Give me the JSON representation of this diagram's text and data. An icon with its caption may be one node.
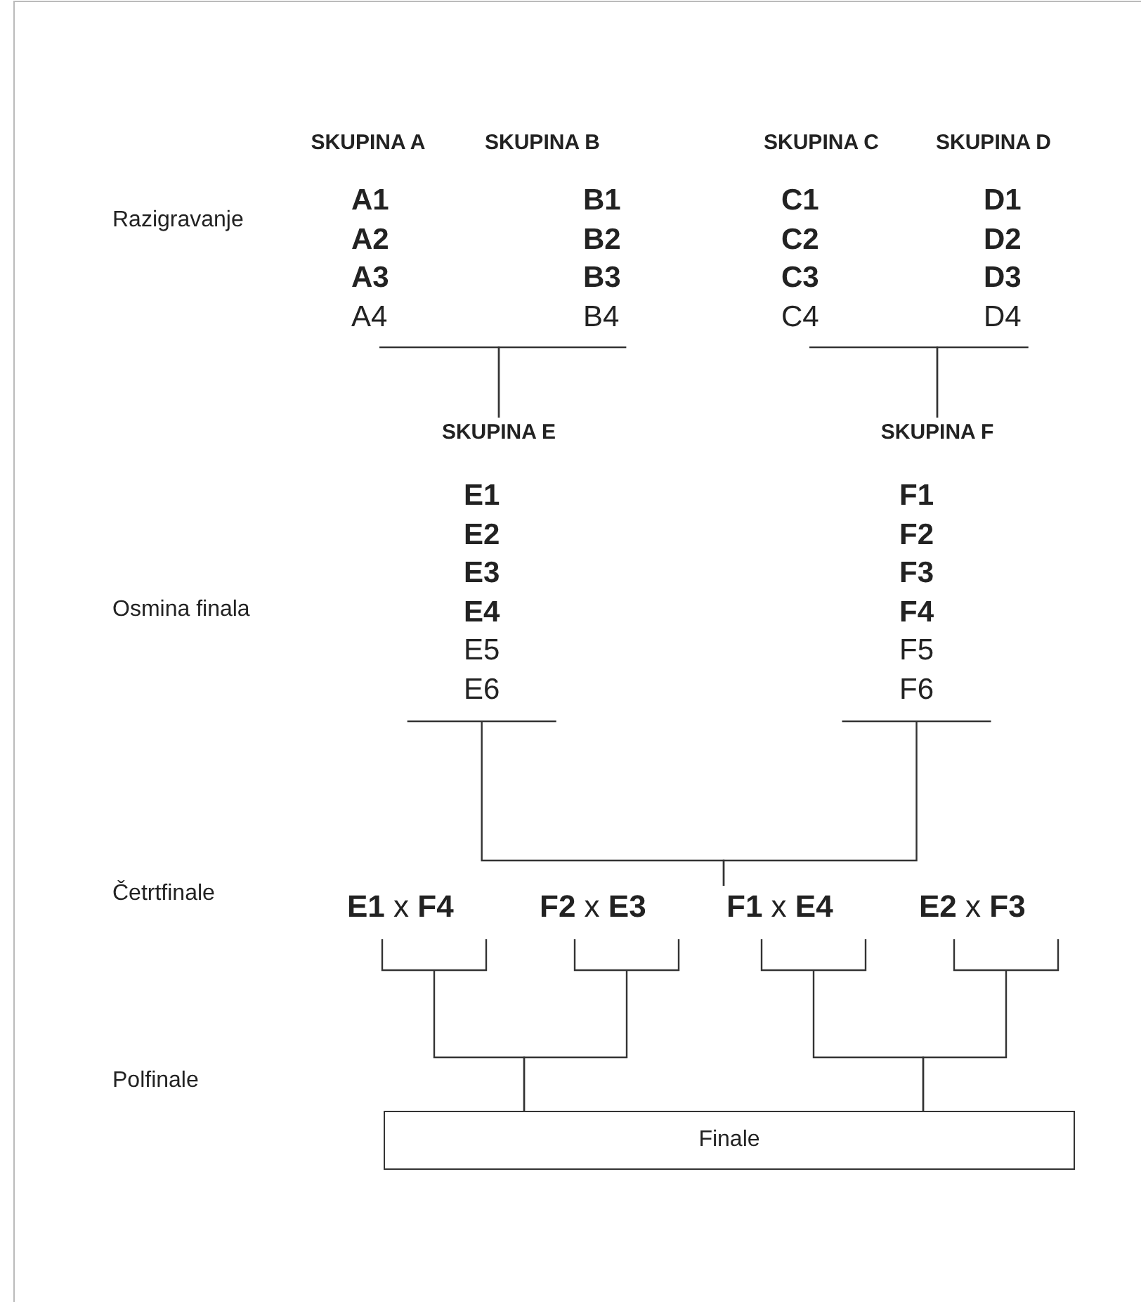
{
  "diagram": {
    "nodes": [
      {
        "text": [
          "SKUPINA A",
          "A1",
          "A2",
          "A3",
          "A4"
        ]
      },
      {
        "text": [
          "SKUPINA B",
          "B1",
          "B2",
          "B3",
          "B4"
        ]
      },
      {
        "text": [
          "SKUPINA C",
          "C1",
          "C2",
          "C3",
          "C4"
        ]
      },
      {
        "text": [
          "SKUPINA D",
          "D1",
          "D2",
          "D3",
          "D4"
        ]
      },
      {
        "text": [
          "SKUPINA E",
          "E1",
          "E2",
          "E3",
          "E4",
          "E5",
          "E6"
        ]
      },
      {
        "text": [
          "SKUPINA F",
          "F1",
          "F2",
          "F3",
          "F4",
          "F5",
          "F6"
        ]
      },
      {
        "text": [
          "**E1** x **F4**"
        ]
      },
      {
        "text": [
          "**F2** x **E3**"
        ]
      },
      {
        "text": [
          "**F1** x **E4**"
        ]
      },
      {
        "text": [
          "**E2** x **F3**"
        ]
      },
      {
        "text": [
          "Finale"
        ]
      }
    ],
    "edges": [
      {
        "from": 0,
        "to": 4,
        "arrow": "none"
      },
      {
        "from": 1,
        "to": 4,
        "arrow": "none"
      },
      {
        "from": 2,
        "to": 5,
        "arrow": "none"
      },
      {
        "from": 3,
        "to": 5,
        "arrow": "none"
      },
      {
        "from": 4,
        "to": 8,
        "arrow": "none"
      },
      {
        "from": 5,
        "to": 8,
        "arrow": "none"
      },
      {
        "from": 6,
        "to": 10,
        "arrow": "none"
      },
      {
        "from": 7,
        "to": 10,
        "arrow": "none"
      },
      {
        "from": 8,
        "to": 10,
        "arrow": "none"
      },
      {
        "from": 9,
        "to": 10,
        "arrow": "none"
      }
    ],
    "labels": [
      "Razigravanje",
      "Osmina finala",
      "Četrtfinale",
      "Polfinale"
    ]
  }
}
